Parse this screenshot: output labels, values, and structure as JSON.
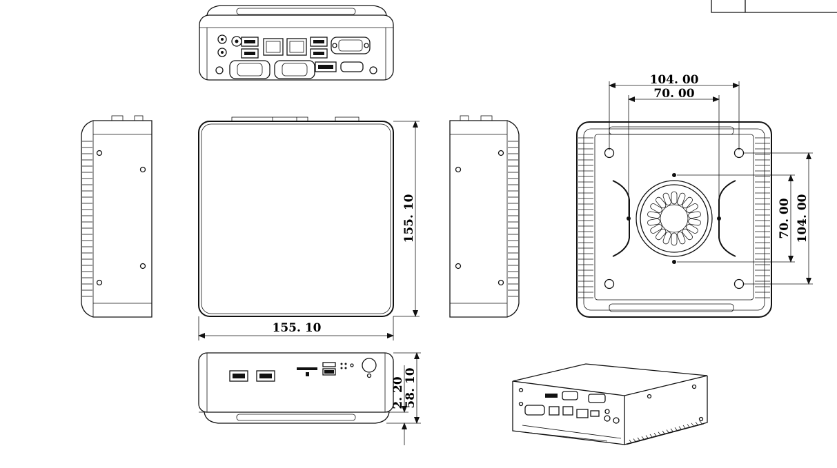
{
  "dimensions": {
    "front_width": "155. 10",
    "front_height": "155. 10",
    "bottom_hole_spacing_outer_h": "104. 00",
    "bottom_hole_spacing_inner_h": "70. 00",
    "bottom_hole_spacing_inner_v": "70. 00",
    "bottom_hole_spacing_outer_v": "104. 00",
    "foot_height": "2. 20",
    "body_height": "58. 10"
  },
  "views": {
    "rear": "rear-io-view",
    "left": "left-side-view",
    "top": "top-view",
    "right": "right-side-view",
    "bottom": "bottom-view",
    "front": "front-io-view",
    "iso": "isometric-view"
  }
}
